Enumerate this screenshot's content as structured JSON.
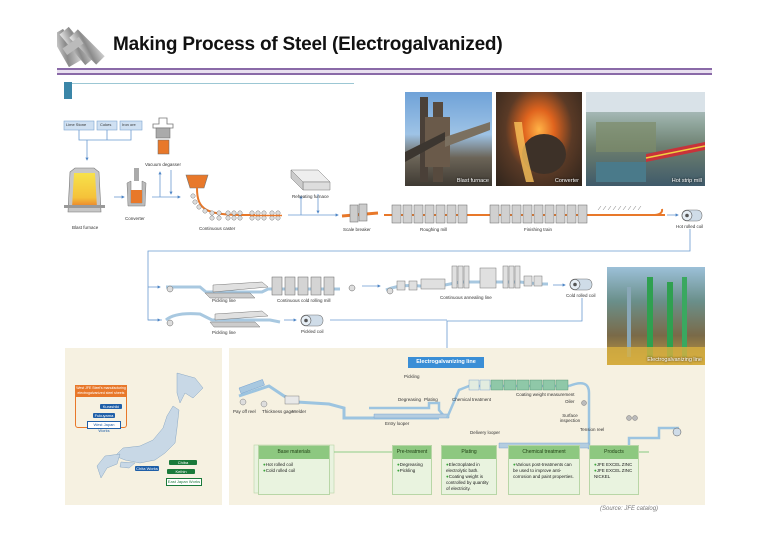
{
  "slide": {
    "title": "Making Process of Steel (Electrogalvanized)",
    "logo_icon": "steel-pipes-icon",
    "source": "(Source: JFE catalog)"
  },
  "raw_materials": [
    "Lime Stone",
    "Cokes",
    "Iron ore"
  ],
  "process_labels": {
    "blast_furnace": "Blast furnace",
    "converter": "Converter",
    "vacuum_degasser": "Vacuum degasser",
    "continuous_caster": "Continuous caster",
    "reheating_furnace": "Reheating furnace",
    "scale_breaker": "Scale breaker",
    "roughing_mill": "Roughing mill",
    "finishing_train": "Finishing train",
    "hot_rolled_coil": "Hot rolled coil",
    "pickling_line_1": "Pickling line",
    "continuous_cold_rolling_mill": "Continuous cold rolling mill",
    "continuous_annealing_line": "Continuous annealing line",
    "cold_rolled_coil": "Cold rolled coil",
    "pickling_line_2": "Pickling line",
    "pickled_coil": "Pickled coil"
  },
  "photos": [
    {
      "caption": "Blast furnace",
      "icon": "blast-furnace-photo"
    },
    {
      "caption": "Converter",
      "icon": "converter-photo"
    },
    {
      "caption": "Hot strip mill",
      "icon": "hot-strip-mill-photo"
    },
    {
      "caption": "Electrogalvanizing line",
      "icon": "electrogalvanizing-line-photo"
    }
  ],
  "map": {
    "header": "West JFE Steel's manufacturing electrogalvanized steel sheets",
    "works": {
      "kurashiki": "Kurashiki",
      "fukuyama": "Fukuyama",
      "west_japan": "West Japan Works",
      "chita": "Chita Works",
      "chiba": "Chiba",
      "keihin": "Keihin",
      "east_japan": "East Japan Works"
    }
  },
  "electrogalvanizing": {
    "title": "Electrogalvanizing line",
    "labels": {
      "pay_off_reel": "Pay off reel",
      "thickness_gage": "Thickness gage",
      "welder": "Welder",
      "entry_looper": "Entry looper",
      "pickling": "Pickling",
      "degreasing": "Degreasing",
      "plating": "Plating",
      "chemical_treatment": "Chemical treatment",
      "coating_weight": "Coating weight measurement",
      "oiler": "Oiler",
      "surface_inspection": "Surface inspection",
      "tension_reel": "Tension reel",
      "delivery_looper": "Delivery looper"
    },
    "stages": [
      {
        "header": "Base materials",
        "items": [
          "Hot rolled coil",
          "Cold rolled coil"
        ]
      },
      {
        "header": "Pre-treatment",
        "items": [
          "Degreasing",
          "Pickling"
        ]
      },
      {
        "header": "Plating",
        "items": [
          "Electroplated in electrolytic bath.",
          "Coating weight is controlled by quantity of electricity."
        ]
      },
      {
        "header": "Chemical treatment",
        "items": [
          "Various post-treatments can be used to improve anti-corrosion and paint properties."
        ]
      },
      {
        "header": "Products",
        "items": [
          "JFE EXCEL ZINC",
          "JFE EXCEL ZINC NICKEL"
        ]
      }
    ]
  },
  "colors": {
    "accent_purple": "#8a6aa8",
    "section_blue": "#3b86a8",
    "flow_blue": "#6a9ad0",
    "stage_green": "#8dc880",
    "panel_beige": "#f6f1e1",
    "molten_orange": "#e8782a"
  }
}
